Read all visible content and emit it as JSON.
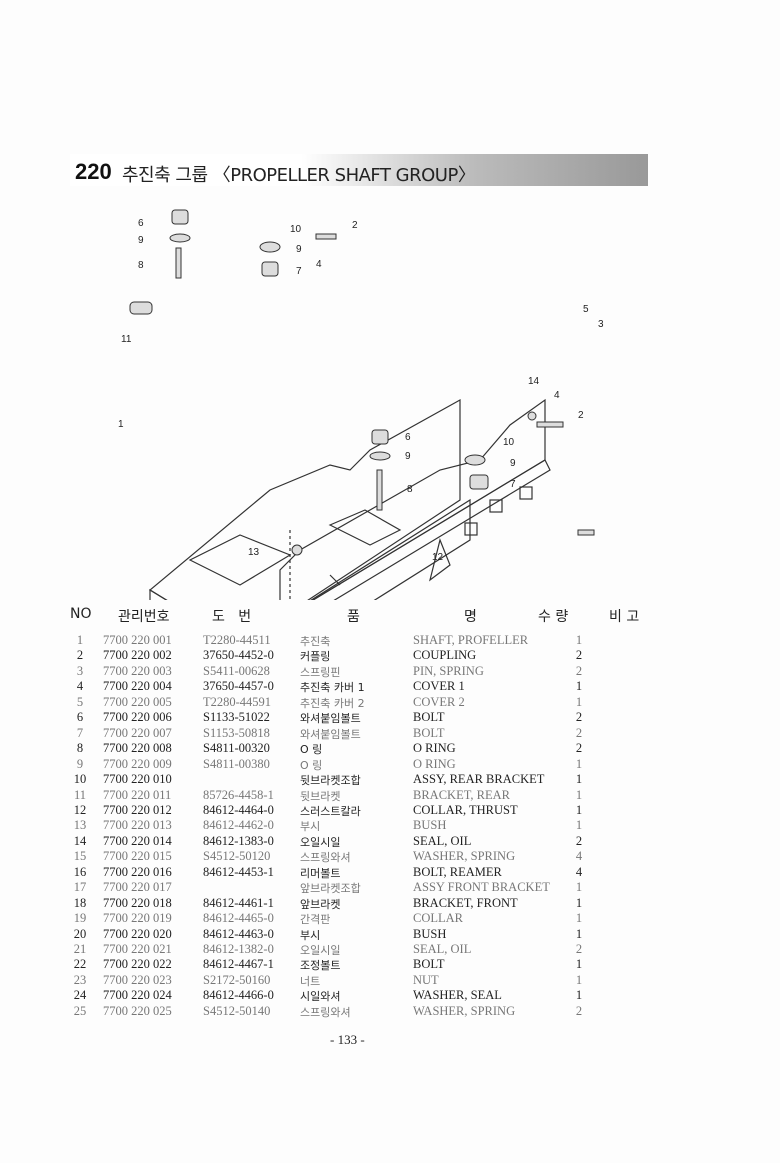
{
  "header": {
    "number": "220",
    "title": "추진축 그룹 〈PROPELLER SHAFT GROUP〉"
  },
  "diagram": {
    "callouts": [
      "6",
      "9",
      "8",
      "11",
      "10",
      "2",
      "9",
      "4",
      "7",
      "5",
      "3",
      "1",
      "14",
      "4",
      "2",
      "6",
      "9",
      "10",
      "9",
      "8",
      "7",
      "13",
      "12"
    ]
  },
  "table": {
    "headers": {
      "no": "NO",
      "mgmt": "관리번호",
      "drawing": "도   번",
      "name1": "품",
      "name2": "명",
      "qty": "수 량",
      "note": "비 고"
    },
    "rows": [
      {
        "no": "1",
        "mgmt": "7700 220 001",
        "drawing": "T2280-44511",
        "kr": "추진축",
        "en": "SHAFT, PROFELLER",
        "qty": "1"
      },
      {
        "no": "2",
        "mgmt": "7700 220 002",
        "drawing": "37650-4452-0",
        "kr": "커플링",
        "en": "COUPLING",
        "qty": "2"
      },
      {
        "no": "3",
        "mgmt": "7700 220 003",
        "drawing": "S5411-00628",
        "kr": "스프링핀",
        "en": "PIN, SPRING",
        "qty": "2"
      },
      {
        "no": "4",
        "mgmt": "7700 220 004",
        "drawing": "37650-4457-0",
        "kr": "추진축 카버 1",
        "en": "COVER 1",
        "qty": "1"
      },
      {
        "no": "5",
        "mgmt": "7700 220 005",
        "drawing": "T2280-44591",
        "kr": "추진축 카버 2",
        "en": "COVER 2",
        "qty": "1"
      },
      {
        "no": "6",
        "mgmt": "7700 220 006",
        "drawing": "S1133-51022",
        "kr": "와셔붙임볼트",
        "en": "BOLT",
        "qty": "2"
      },
      {
        "no": "7",
        "mgmt": "7700 220 007",
        "drawing": "S1153-50818",
        "kr": "와셔붙임볼트",
        "en": "BOLT",
        "qty": "2"
      },
      {
        "no": "8",
        "mgmt": "7700 220 008",
        "drawing": "S4811-00320",
        "kr": "O 링",
        "en": "O RING",
        "qty": "2"
      },
      {
        "no": "9",
        "mgmt": "7700 220 009",
        "drawing": "S4811-00380",
        "kr": "O 링",
        "en": "O RING",
        "qty": "1"
      },
      {
        "no": "10",
        "mgmt": "7700 220 010",
        "drawing": "",
        "kr": "뒷브라켓조합",
        "en": "ASSY, REAR BRACKET",
        "qty": "1"
      },
      {
        "no": "11",
        "mgmt": "7700 220 011",
        "drawing": "85726-4458-1",
        "kr": "뒷브라켓",
        "en": "BRACKET, REAR",
        "qty": "1"
      },
      {
        "no": "12",
        "mgmt": "7700 220 012",
        "drawing": "84612-4464-0",
        "kr": "스러스트칼라",
        "en": "COLLAR, THRUST",
        "qty": "1"
      },
      {
        "no": "13",
        "mgmt": "7700 220 013",
        "drawing": "84612-4462-0",
        "kr": "부시",
        "en": "BUSH",
        "qty": "1"
      },
      {
        "no": "14",
        "mgmt": "7700 220 014",
        "drawing": "84612-1383-0",
        "kr": "오일시일",
        "en": "SEAL, OIL",
        "qty": "2"
      },
      {
        "no": "15",
        "mgmt": "7700 220 015",
        "drawing": "S4512-50120",
        "kr": "스프링와셔",
        "en": "WASHER, SPRING",
        "qty": "4"
      },
      {
        "no": "16",
        "mgmt": "7700 220 016",
        "drawing": "84612-4453-1",
        "kr": "리머볼트",
        "en": "BOLT, REAMER",
        "qty": "4"
      },
      {
        "no": "17",
        "mgmt": "7700 220 017",
        "drawing": "",
        "kr": "앞브라켓조합",
        "en": "ASSY FRONT BRACKET",
        "qty": "1"
      },
      {
        "no": "18",
        "mgmt": "7700 220 018",
        "drawing": "84612-4461-1",
        "kr": "앞브라켓",
        "en": "BRACKET, FRONT",
        "qty": "1"
      },
      {
        "no": "19",
        "mgmt": "7700 220 019",
        "drawing": "84612-4465-0",
        "kr": "간격판",
        "en": "COLLAR",
        "qty": "1"
      },
      {
        "no": "20",
        "mgmt": "7700 220 020",
        "drawing": "84612-4463-0",
        "kr": "부시",
        "en": "BUSH",
        "qty": "1"
      },
      {
        "no": "21",
        "mgmt": "7700 220 021",
        "drawing": "84612-1382-0",
        "kr": "오일시일",
        "en": "SEAL, OIL",
        "qty": "2"
      },
      {
        "no": "22",
        "mgmt": "7700 220 022",
        "drawing": "84612-4467-1",
        "kr": "조정볼트",
        "en": "BOLT",
        "qty": "1"
      },
      {
        "no": "23",
        "mgmt": "7700 220 023",
        "drawing": "S2172-50160",
        "kr": "너트",
        "en": "NUT",
        "qty": "1"
      },
      {
        "no": "24",
        "mgmt": "7700 220 024",
        "drawing": "84612-4466-0",
        "kr": "시일와셔",
        "en": "WASHER, SEAL",
        "qty": "1"
      },
      {
        "no": "25",
        "mgmt": "7700 220 025",
        "drawing": "S4512-50140",
        "kr": "스프링와셔",
        "en": "WASHER, SPRING",
        "qty": "2"
      }
    ]
  },
  "footer": {
    "page": "- 133 -"
  }
}
